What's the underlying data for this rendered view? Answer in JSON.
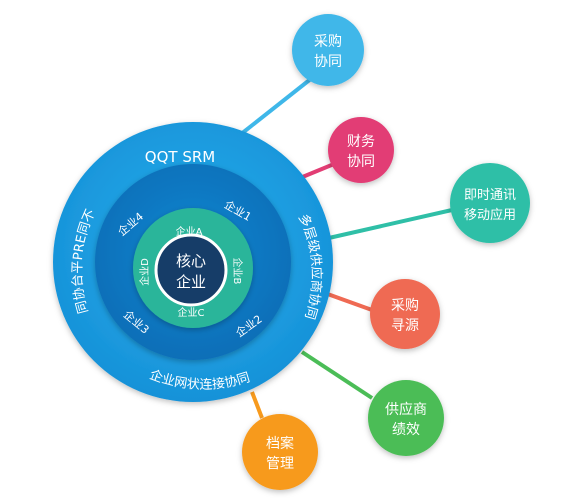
{
  "core": {
    "title": "QQT SRM",
    "center_line1": "核心",
    "center_line2": "企业",
    "inner_labels": [
      "企业A",
      "企业B",
      "企业C",
      "企业D"
    ],
    "middle_labels": [
      "企业1",
      "企业2",
      "企业3",
      "企业4"
    ],
    "ring_left": "同协台平PRE同不",
    "ring_right": "多层级供应商协同",
    "ring_bottom": "企业网状连接协同"
  },
  "satellites": [
    {
      "line1": "采购",
      "line2": "协同",
      "color": "#3fb7e9"
    },
    {
      "line1": "财务",
      "line2": "协同",
      "color": "#e23d74"
    },
    {
      "line1": "即时通讯",
      "line2": "移动应用",
      "color": "#2fbfa7"
    },
    {
      "line1": "采购",
      "line2": "寻源",
      "color": "#ef6a53"
    },
    {
      "line1": "供应商",
      "line2": "绩效",
      "color": "#4bbd57"
    },
    {
      "line1": "档案",
      "line2": "管理",
      "color": "#f79a1d"
    }
  ],
  "colors": {
    "outer_ring": "#1b9ee0",
    "middle_ring": "#0f7ac4",
    "inner_ring": "#2bb59a",
    "center": "#163d68"
  }
}
